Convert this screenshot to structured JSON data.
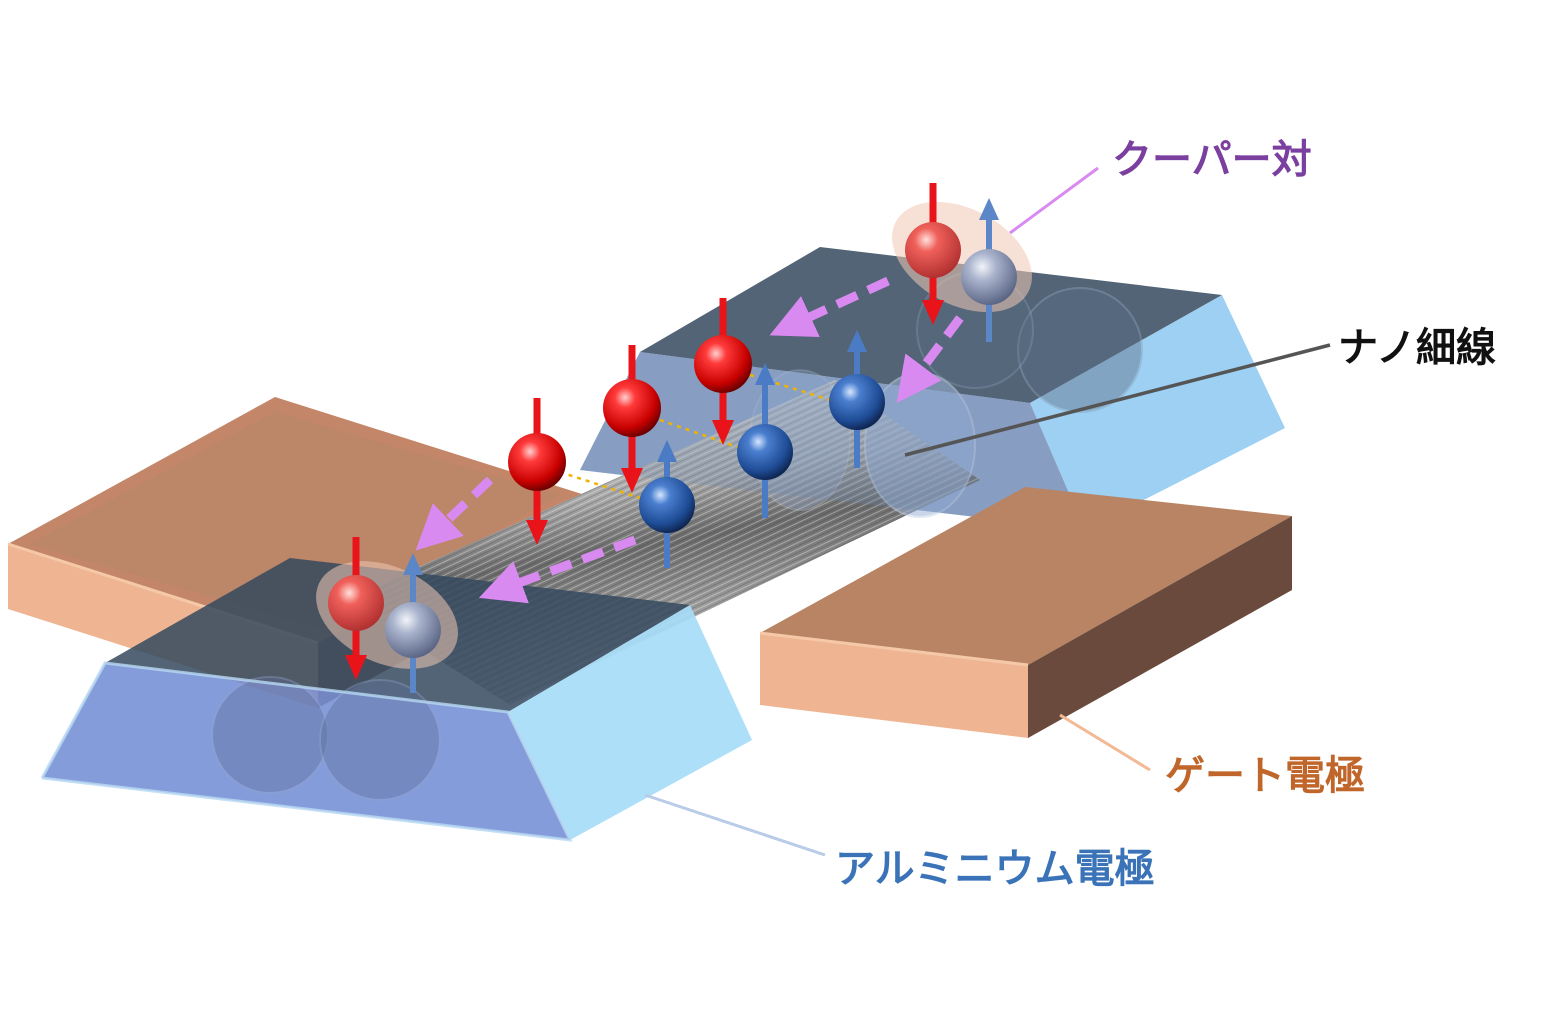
{
  "labels": {
    "cooper_pair": "クーパー対",
    "nanowire": "ナノ細線",
    "gate_electrode": "ゲート電極",
    "aluminum_electrode": "アルミニウム電極"
  },
  "colors": {
    "cooper_pair": "#7b3fa0",
    "nanowire": "#111111",
    "gate_electrode": "#c0662a",
    "aluminum_electrode": "#3a73b8",
    "spin_down_electron": "#e8141a",
    "spin_up_electron": "#2f5fa8",
    "hop_arrow": "#d98af0",
    "gate_body": "#d9a07a",
    "electrode_body": "#8fc0ea"
  },
  "icons": {
    "spin_down": "red-down-arrow-sphere",
    "spin_up": "blue-up-arrow-sphere",
    "transfer": "dashed-violet-arrow"
  }
}
